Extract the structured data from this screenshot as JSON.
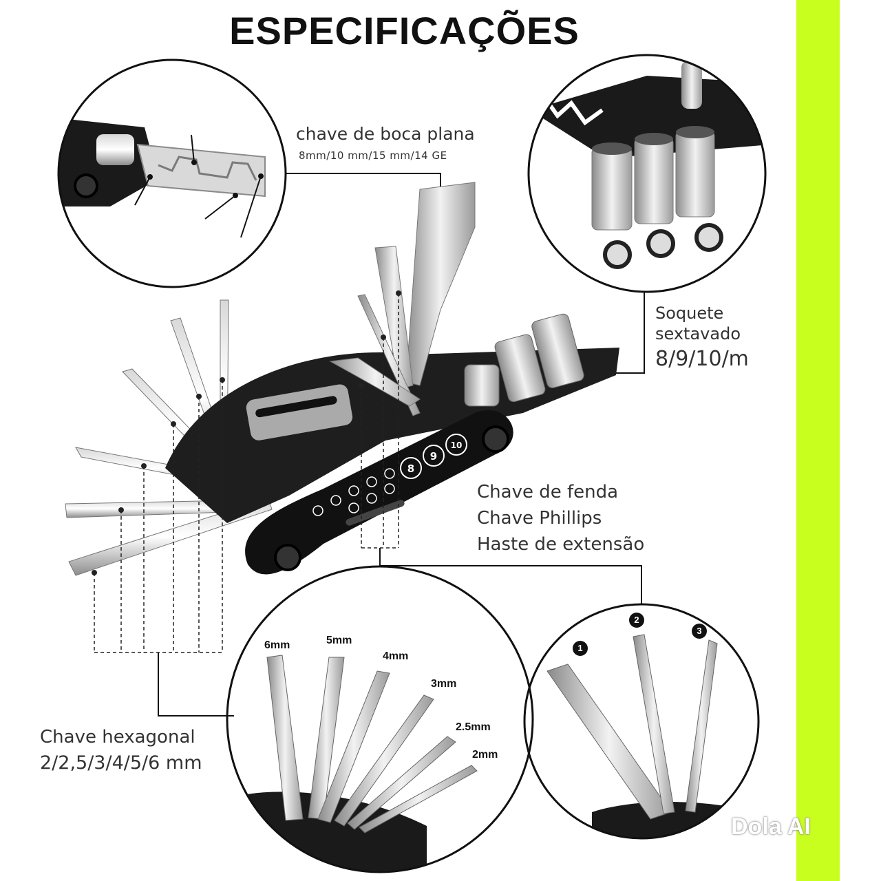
{
  "title": "ESPECIFICAÇÕES",
  "accent_color": "#c8ff1e",
  "callouts": {
    "flat_wrench": {
      "label": "chave de boca plana",
      "sizes": "8mm/10 mm/15 mm/14 GE"
    },
    "socket": {
      "line1": "Soquete",
      "line2": "sextavado",
      "sizes": "8/9/10/m"
    },
    "screwdrivers": {
      "line1": "Chave de fenda",
      "line2": "Chave Phillips",
      "line3": "Haste de extensão"
    },
    "hex": {
      "label": "Chave hexagonal",
      "sizes": "2/2,5/3/4/5/6 mm"
    }
  },
  "hex_sizes": [
    "6mm",
    "5mm",
    "4mm",
    "3mm",
    "2.5mm",
    "2mm"
  ],
  "driver_badges": [
    "1",
    "2",
    "3"
  ],
  "tool_body_numbers": [
    "10",
    "9",
    "8"
  ],
  "watermark": "Dola AI"
}
